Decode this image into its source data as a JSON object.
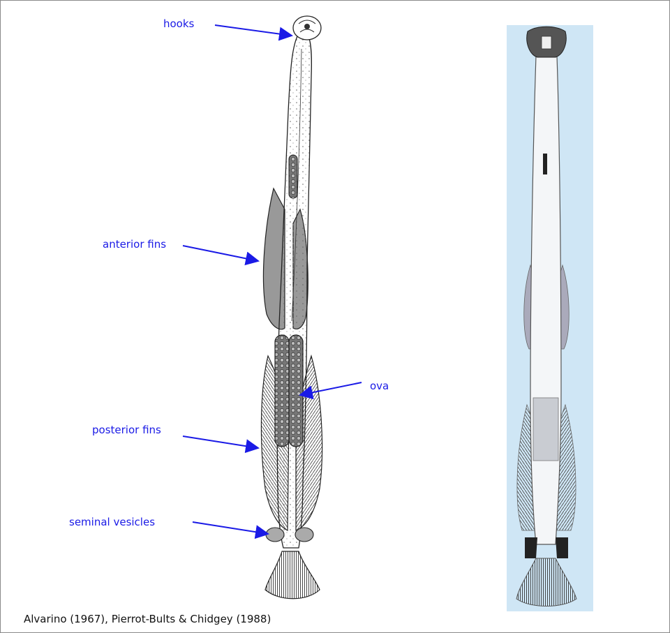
{
  "labels": {
    "hooks": "hooks",
    "anterior_fins": "anterior fins",
    "ova": "ova",
    "posterior_fins": "posterior fins",
    "seminal_vesicles": "seminal vesicles"
  },
  "caption": "Alvarino (1967), Pierrot-Bults & Chidgey (1988)",
  "colors": {
    "label_text": "#1a1ae6",
    "arrow": "#1a1ae6",
    "photo_background": "#cfe6f5",
    "drawing_ink": "#222222"
  }
}
